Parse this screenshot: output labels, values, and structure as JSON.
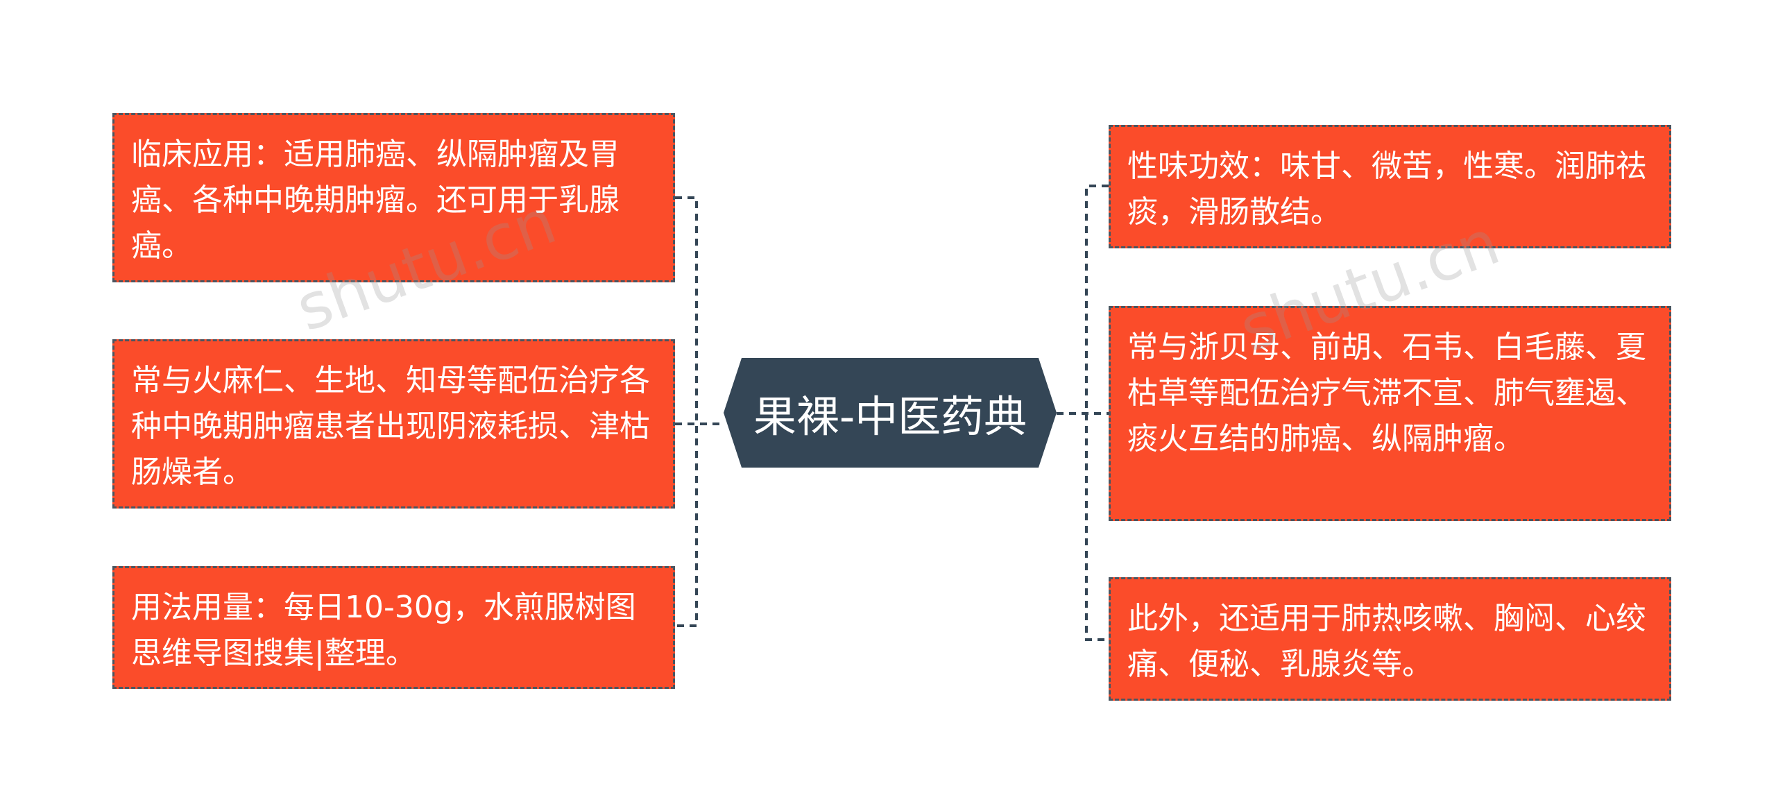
{
  "center": {
    "title": "果裸-中医药典"
  },
  "left_nodes": [
    {
      "text": "临床应用：适用肺癌、纵隔肿瘤及胃癌、各种中晚期肿瘤。还可用于乳腺癌。"
    },
    {
      "text": "常与火麻仁、生地、知母等配伍治疗各种中晚期肿瘤患者出现阴液耗损、津枯肠燥者。"
    },
    {
      "text": "用法用量：每日10-30g，水煎服树图思维导图搜集|整理。"
    }
  ],
  "right_nodes": [
    {
      "text": "性味功效：味甘、微苦，性寒。润肺祛痰，滑肠散结。"
    },
    {
      "text": "常与浙贝母、前胡、石韦、白毛藤、夏枯草等配伍治疗气滞不宣、肺气壅遏、痰火互结的肺癌、纵隔肿瘤。"
    },
    {
      "text": "此外，还适用于肺热咳嗽、胸闷、心绞痛、便秘、乳腺炎等。"
    }
  ],
  "watermark": {
    "text": "shutu.cn"
  },
  "colors": {
    "node_fill": "#fb4c2a",
    "node_border": "#4a5560",
    "center_fill": "#344656",
    "connector": "#344656"
  }
}
